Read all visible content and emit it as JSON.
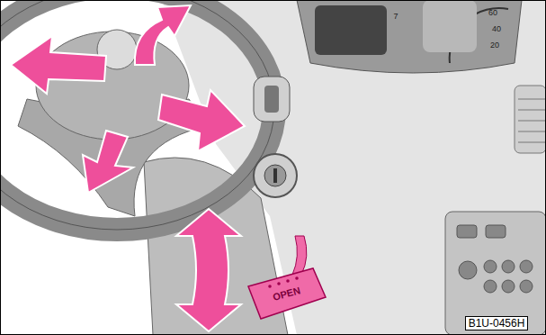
{
  "diagram": {
    "labels": [
      "OPEN",
      "B1U-0456H",
      "60",
      "40",
      "20",
      "7"
    ]
  }
}
